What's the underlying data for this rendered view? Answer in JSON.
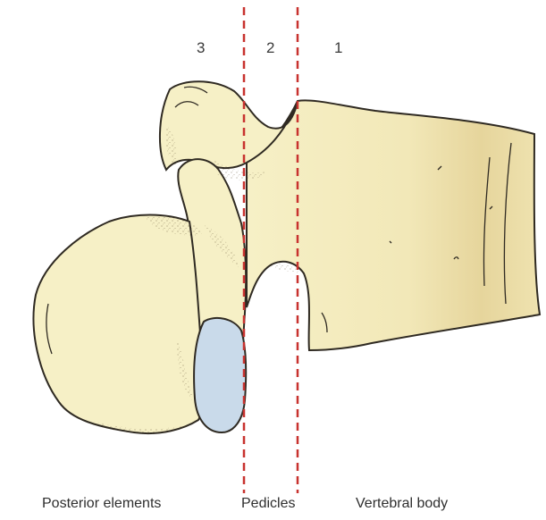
{
  "zone_numbers": {
    "posterior": "3",
    "pedicle": "2",
    "body": "1"
  },
  "region_labels": {
    "posterior": "Posterior elements",
    "pedicle": "Pedicles",
    "body": "Vertebral body"
  },
  "colors": {
    "bone": "#f6f0c6",
    "bone_shadow": "#e3d49a",
    "outline": "#2f2a22",
    "facet": "#c9daea",
    "divider": "#c8322f"
  }
}
